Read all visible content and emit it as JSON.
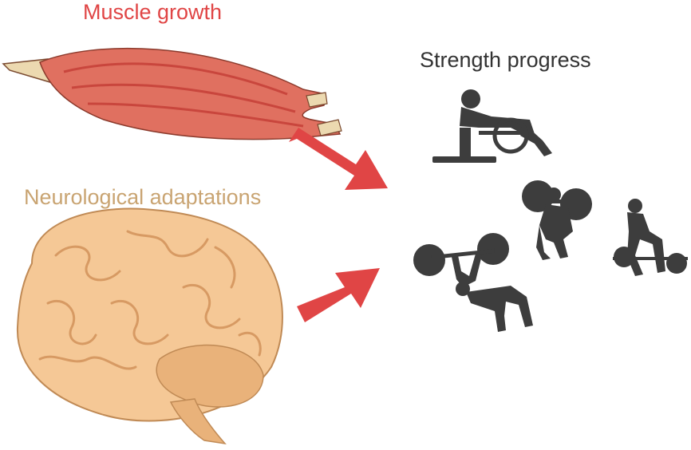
{
  "labels": {
    "muscle": "Muscle growth",
    "neuro": "Neurological adaptations",
    "strength": "Strength progress"
  },
  "colors": {
    "muscle_text": "#e04545",
    "neuro_text": "#c9a472",
    "strength_text": "#333333",
    "arrow": "#e04545",
    "muscle_fill": "#e07060",
    "muscle_stripe": "#c9463d",
    "tendon": "#ecd9b0",
    "brain_fill": "#f5c896",
    "brain_fold": "#d79a63",
    "cerebellum": "#e9b27a",
    "silhouette": "#3d3d3d"
  },
  "icons": [
    "muscle-illustration",
    "brain-illustration",
    "arrow-right-icon",
    "hip-thrust-silhouette",
    "squat-silhouette",
    "deadlift-silhouette",
    "bench-press-silhouette"
  ]
}
